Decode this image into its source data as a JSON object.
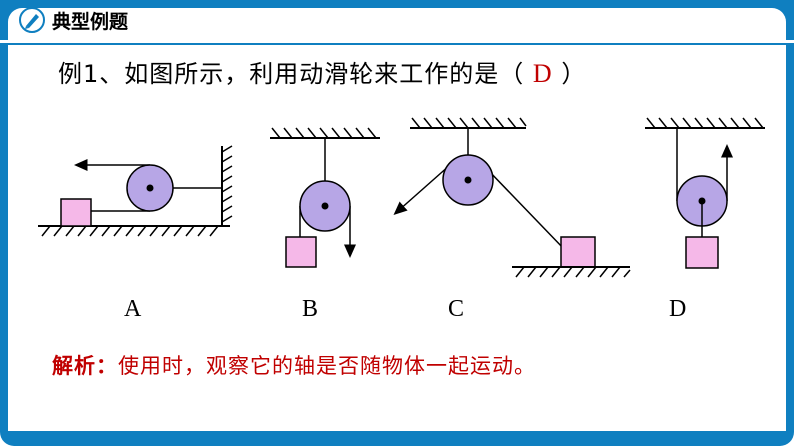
{
  "header": {
    "title": "典型例题",
    "icon": "pencil-icon"
  },
  "question": {
    "text": "例1、如图所示，利用动滑轮来工作的是（",
    "answer": "D",
    "close": "）"
  },
  "figures": {
    "labels": [
      "A",
      "B",
      "C",
      "D"
    ]
  },
  "analysis": {
    "prefix": "解析：",
    "text": "使用时，观察它的轴是否随物体一起运动。"
  },
  "colors": {
    "accent": "#0f7fc0",
    "answer": "#c00000",
    "pulley": "#b7a6e6",
    "block": "#f5b8e8"
  }
}
